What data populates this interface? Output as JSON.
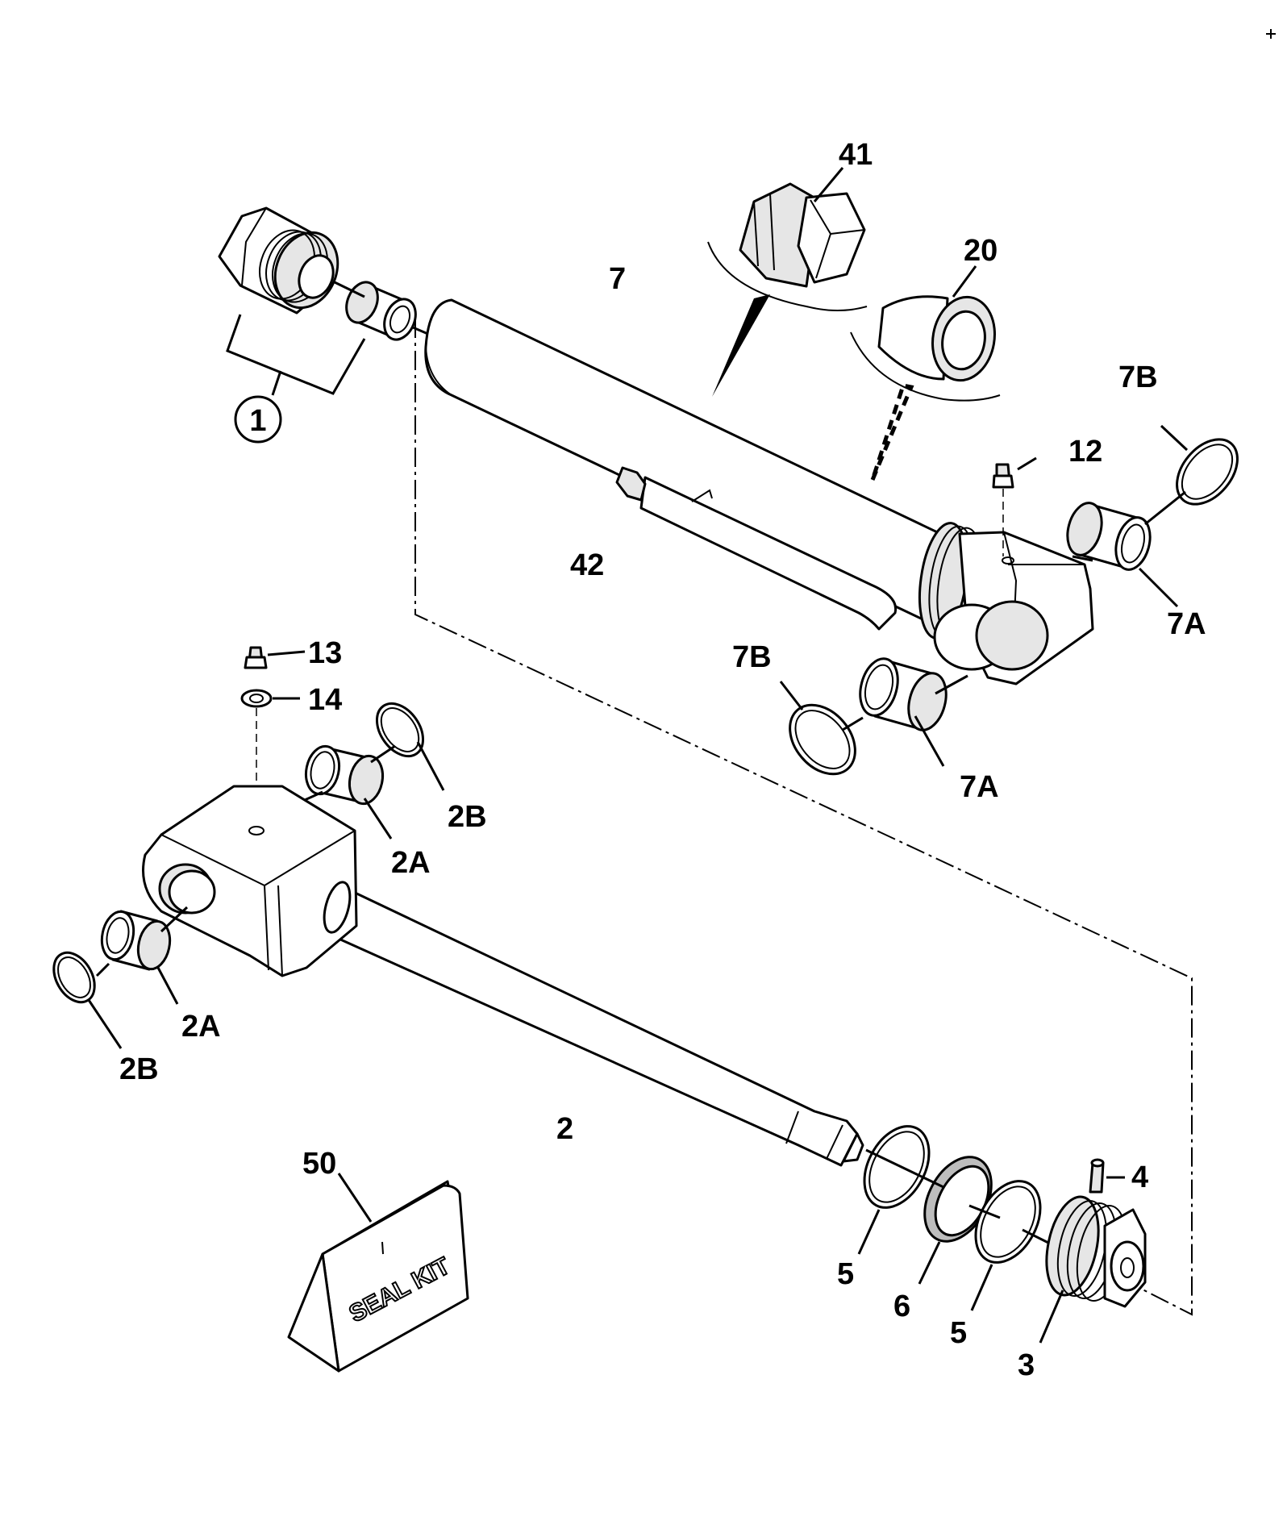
{
  "labels": {
    "l1": "1",
    "l41": "41",
    "l20": "20",
    "l7": "7",
    "l7B_top": "7B",
    "l12": "12",
    "l7A_top": "7A",
    "l42": "42",
    "l7B_mid": "7B",
    "l7A_mid": "7A",
    "l13": "13",
    "l14": "14",
    "l2B_top": "2B",
    "l2A_top": "2A",
    "l2A_left": "2A",
    "l2B_left": "2B",
    "l2": "2",
    "l50": "50",
    "l4": "4",
    "l5_left": "5",
    "l6": "6",
    "l5_right": "5",
    "l3": "3"
  },
  "seal_kit_text": "SEAL KIT"
}
